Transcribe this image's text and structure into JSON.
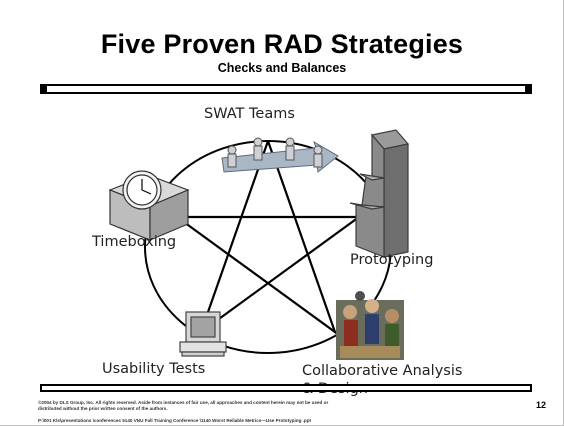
{
  "title": "Five Proven RAD Strategies",
  "subtitle": "Checks and Balances",
  "nodes": {
    "swat": "SWAT Teams",
    "timeboxing": "Timeboxing",
    "prototyping": "Prototyping",
    "usability": "Usability Tests",
    "collab_line1": "Collaborative Analysis",
    "collab_line2": "& Design"
  },
  "footer": {
    "copyright_line1": "©2004 by DLS Group, Inc. All rights reserved. Aside from instances of fair use, all approaches and content herein may not be used or",
    "copyright_line2": "distributed without the prior written consent of the authors.",
    "path": "P:\\001 Kls\\presentations \\conferences 5140 VNU Fall Training Conference \\1140 Worst Reliable Metrics—Use Prototyping .ppt"
  },
  "page_number": "12"
}
